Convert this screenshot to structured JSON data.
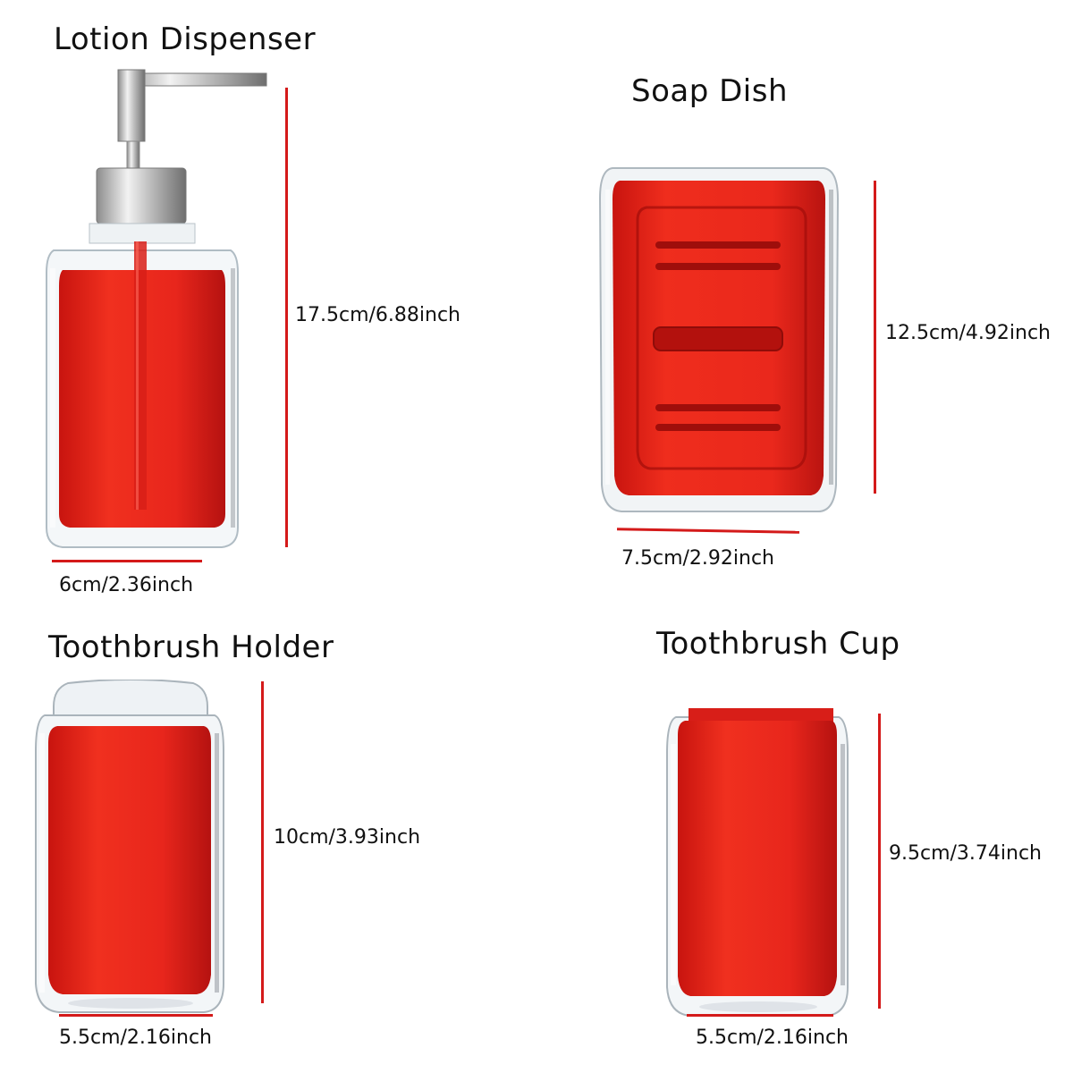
{
  "accent_color": "#d41a1a",
  "product_color": "#e8261c",
  "items": [
    {
      "name": "Lotion Dispenser",
      "height": "17.5cm/6.88inch",
      "width": "6cm/2.36inch"
    },
    {
      "name": "Soap Dish",
      "height": "12.5cm/4.92inch",
      "width": "7.5cm/2.92inch"
    },
    {
      "name": "Toothbrush Holder",
      "height": "10cm/3.93inch",
      "width": "5.5cm/2.16inch"
    },
    {
      "name": "Toothbrush Cup",
      "height": "9.5cm/3.74inch",
      "width": "5.5cm/2.16inch"
    }
  ]
}
